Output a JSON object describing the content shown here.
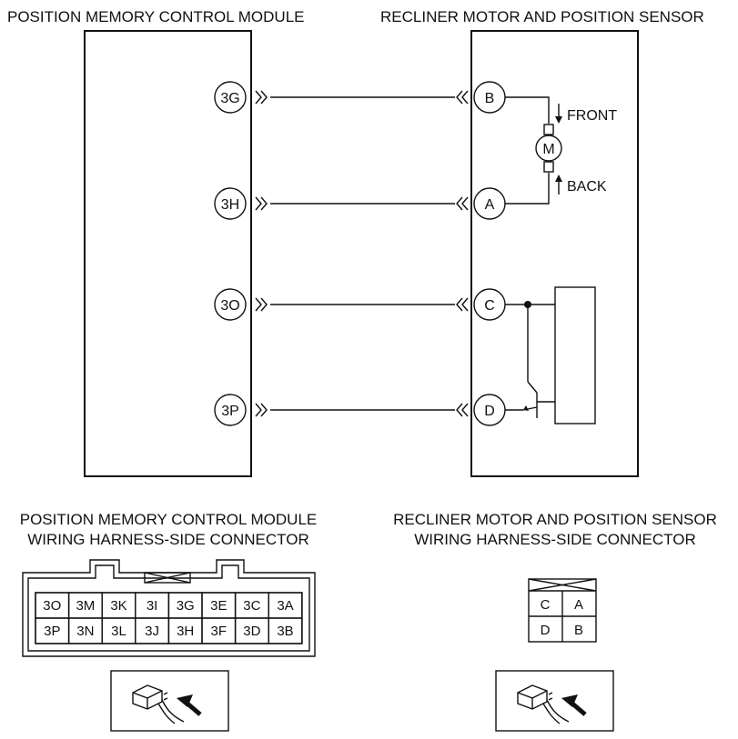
{
  "titles": {
    "left_module": "POSITION MEMORY CONTROL MODULE",
    "right_module": "RECLINER MOTOR AND POSITION SENSOR",
    "left_connector_line1": "POSITION MEMORY CONTROL MODULE",
    "left_connector_line2": "WIRING HARNESS-SIDE CONNECTOR",
    "right_connector_line1": "RECLINER MOTOR AND POSITION SENSOR",
    "right_connector_line2": "WIRING HARNESS-SIDE CONNECTOR"
  },
  "module_pins": [
    "3G",
    "3H",
    "3O",
    "3P"
  ],
  "sensor_pins": [
    "B",
    "A",
    "C",
    "D"
  ],
  "motor": {
    "symbol": "M",
    "front_label": "FRONT",
    "back_label": "BACK"
  },
  "left_connector": {
    "rows": [
      [
        "3O",
        "3M",
        "3K",
        "3I",
        "3G",
        "3E",
        "3C",
        "3A"
      ],
      [
        "3P",
        "3N",
        "3L",
        "3J",
        "3H",
        "3F",
        "3D",
        "3B"
      ]
    ]
  },
  "right_connector": {
    "rows": [
      [
        "C",
        "A"
      ],
      [
        "D",
        "B"
      ]
    ]
  },
  "icons": [
    "connector-view-icon",
    "arrow-icon"
  ]
}
